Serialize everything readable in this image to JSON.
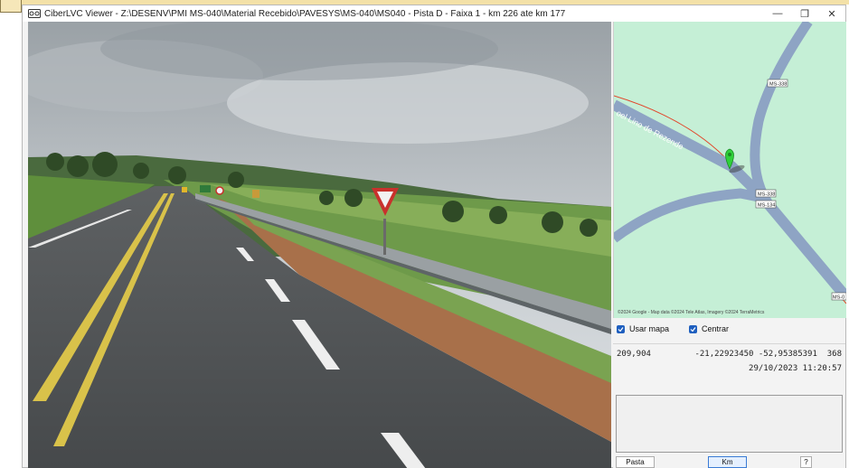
{
  "window": {
    "title": "CiberLVC Viewer - Z:\\DESENV\\PMI MS-040\\Material Recebido\\PAVESYS\\MS-040\\MS040 - Pista D - Faixa 1 - km 226 ate km 177",
    "minimize_glyph": "—",
    "restore_glyph": "❐",
    "close_glyph": "✕"
  },
  "map": {
    "road_label": "oel Lino de Rezende",
    "shields": [
      "MS-338",
      "MS-338",
      "MS-134",
      "MS-0"
    ],
    "attribution": "©2024 Google - Map data ©2024 Tele Atlas, Imagery ©2024 TerraMetrics",
    "land_color": "#c5efd6",
    "road_color": "#8ea4c4",
    "marker_color": "#2fd13a"
  },
  "options": {
    "use_map_label": "Usar mapa",
    "center_label": "Centrar",
    "use_map_checked": true,
    "center_checked": true
  },
  "info": {
    "distance": "209,904",
    "coords": "-21,22923450 -52,95385391  368",
    "datetime": "29/10/2023 11:20:57"
  },
  "buttons": {
    "folder": "Pasta",
    "km": "Km",
    "help": "?"
  }
}
